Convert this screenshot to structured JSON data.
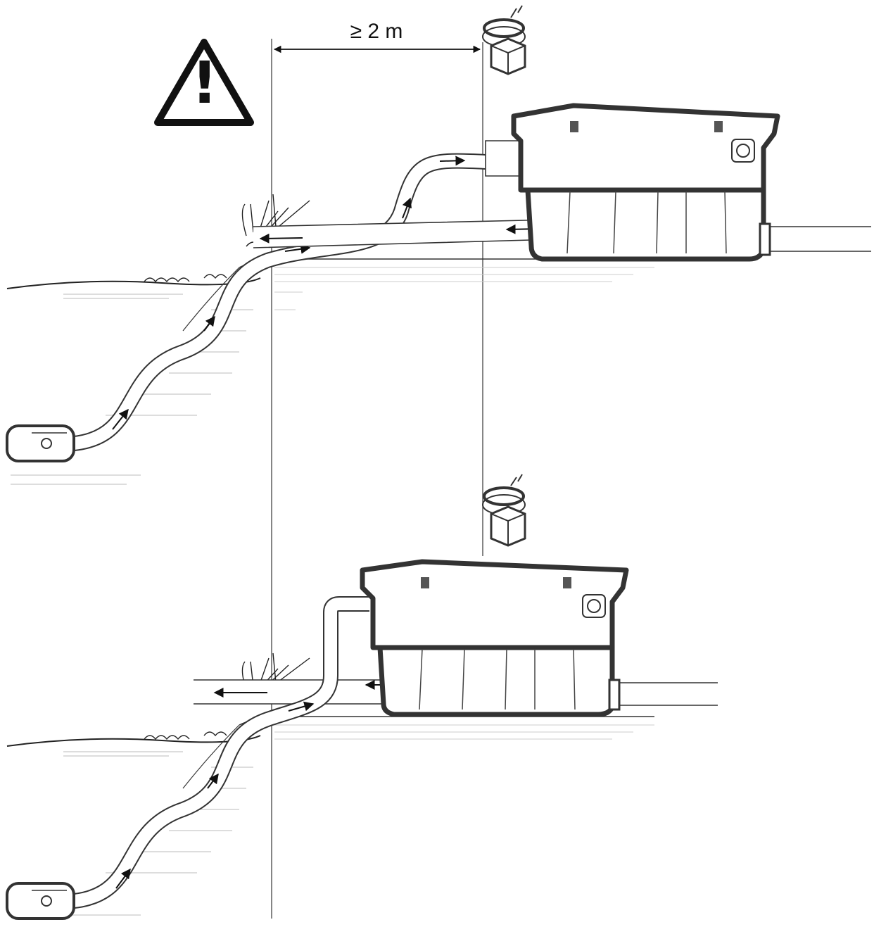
{
  "diagram": {
    "distance_label": "≥ 2 m",
    "warning_icon": "warning-triangle-icon",
    "warning_mark": "!",
    "scenes": [
      {
        "name": "filter-above-pond-level",
        "components": [
          "pond-pump",
          "hose",
          "filter-box",
          "uv-clarifier",
          "transformer",
          "return-pipe",
          "outlet-pipe"
        ]
      },
      {
        "name": "filter-at-bank-level",
        "components": [
          "pond-pump",
          "hose",
          "filter-box",
          "uv-clarifier",
          "transformer",
          "return-pipe",
          "outlet-pipe"
        ]
      }
    ],
    "icons": [
      "transformer-icon",
      "pond-pump-icon",
      "water-plant-icon",
      "flow-arrow-icon"
    ],
    "colors": {
      "line": "#333333",
      "thin_line": "#555555",
      "water_hatch": "#bbbbbb",
      "background": "#ffffff"
    }
  }
}
